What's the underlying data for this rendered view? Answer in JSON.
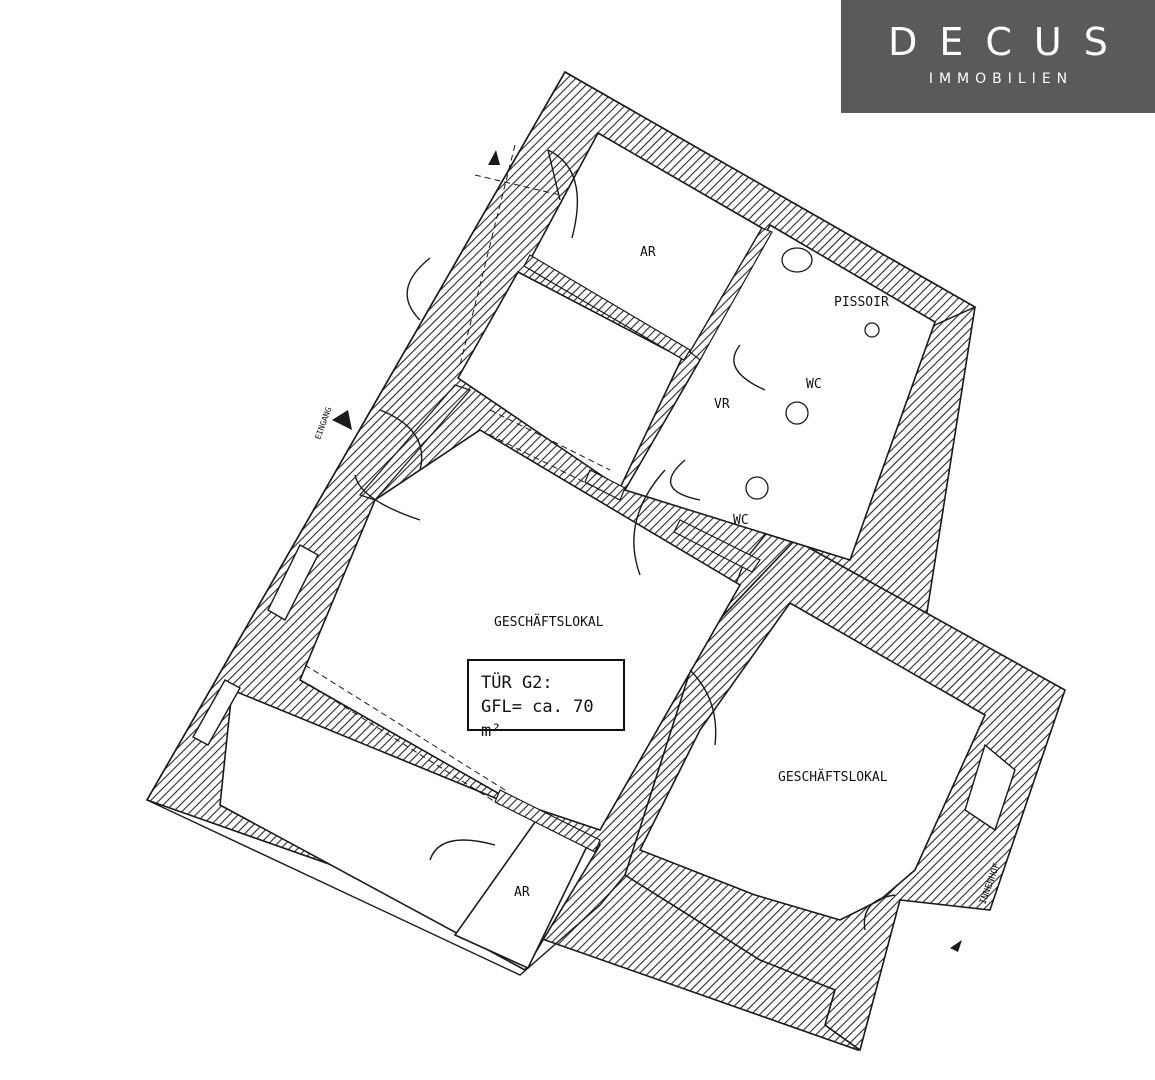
{
  "logo": {
    "name": "DECUS",
    "subtitle": "IMMOBILIEN",
    "background": "#5a5a5a",
    "text_color": "#ffffff"
  },
  "rooms": {
    "ar_top": "AR",
    "pissoir": "PISSOIR",
    "wc_upper": "WC",
    "vr": "VR",
    "wc_lower": "WC",
    "geschaeftslokal_main": "GESCHÄFTSLOKAL",
    "geschaeftslokal_right": "GESCHÄFTSLOKAL",
    "ar_bottom": "AR"
  },
  "annotations": {
    "entrance": "EINGANG",
    "courtyard": "INNENHOF"
  },
  "unit_box": {
    "line1": "TÜR G2:",
    "line2": "GFL= ca. 70 m²"
  },
  "colors": {
    "wall_line": "#1a1a1a",
    "hatch": "#2a2a2a",
    "background": "#ffffff"
  }
}
